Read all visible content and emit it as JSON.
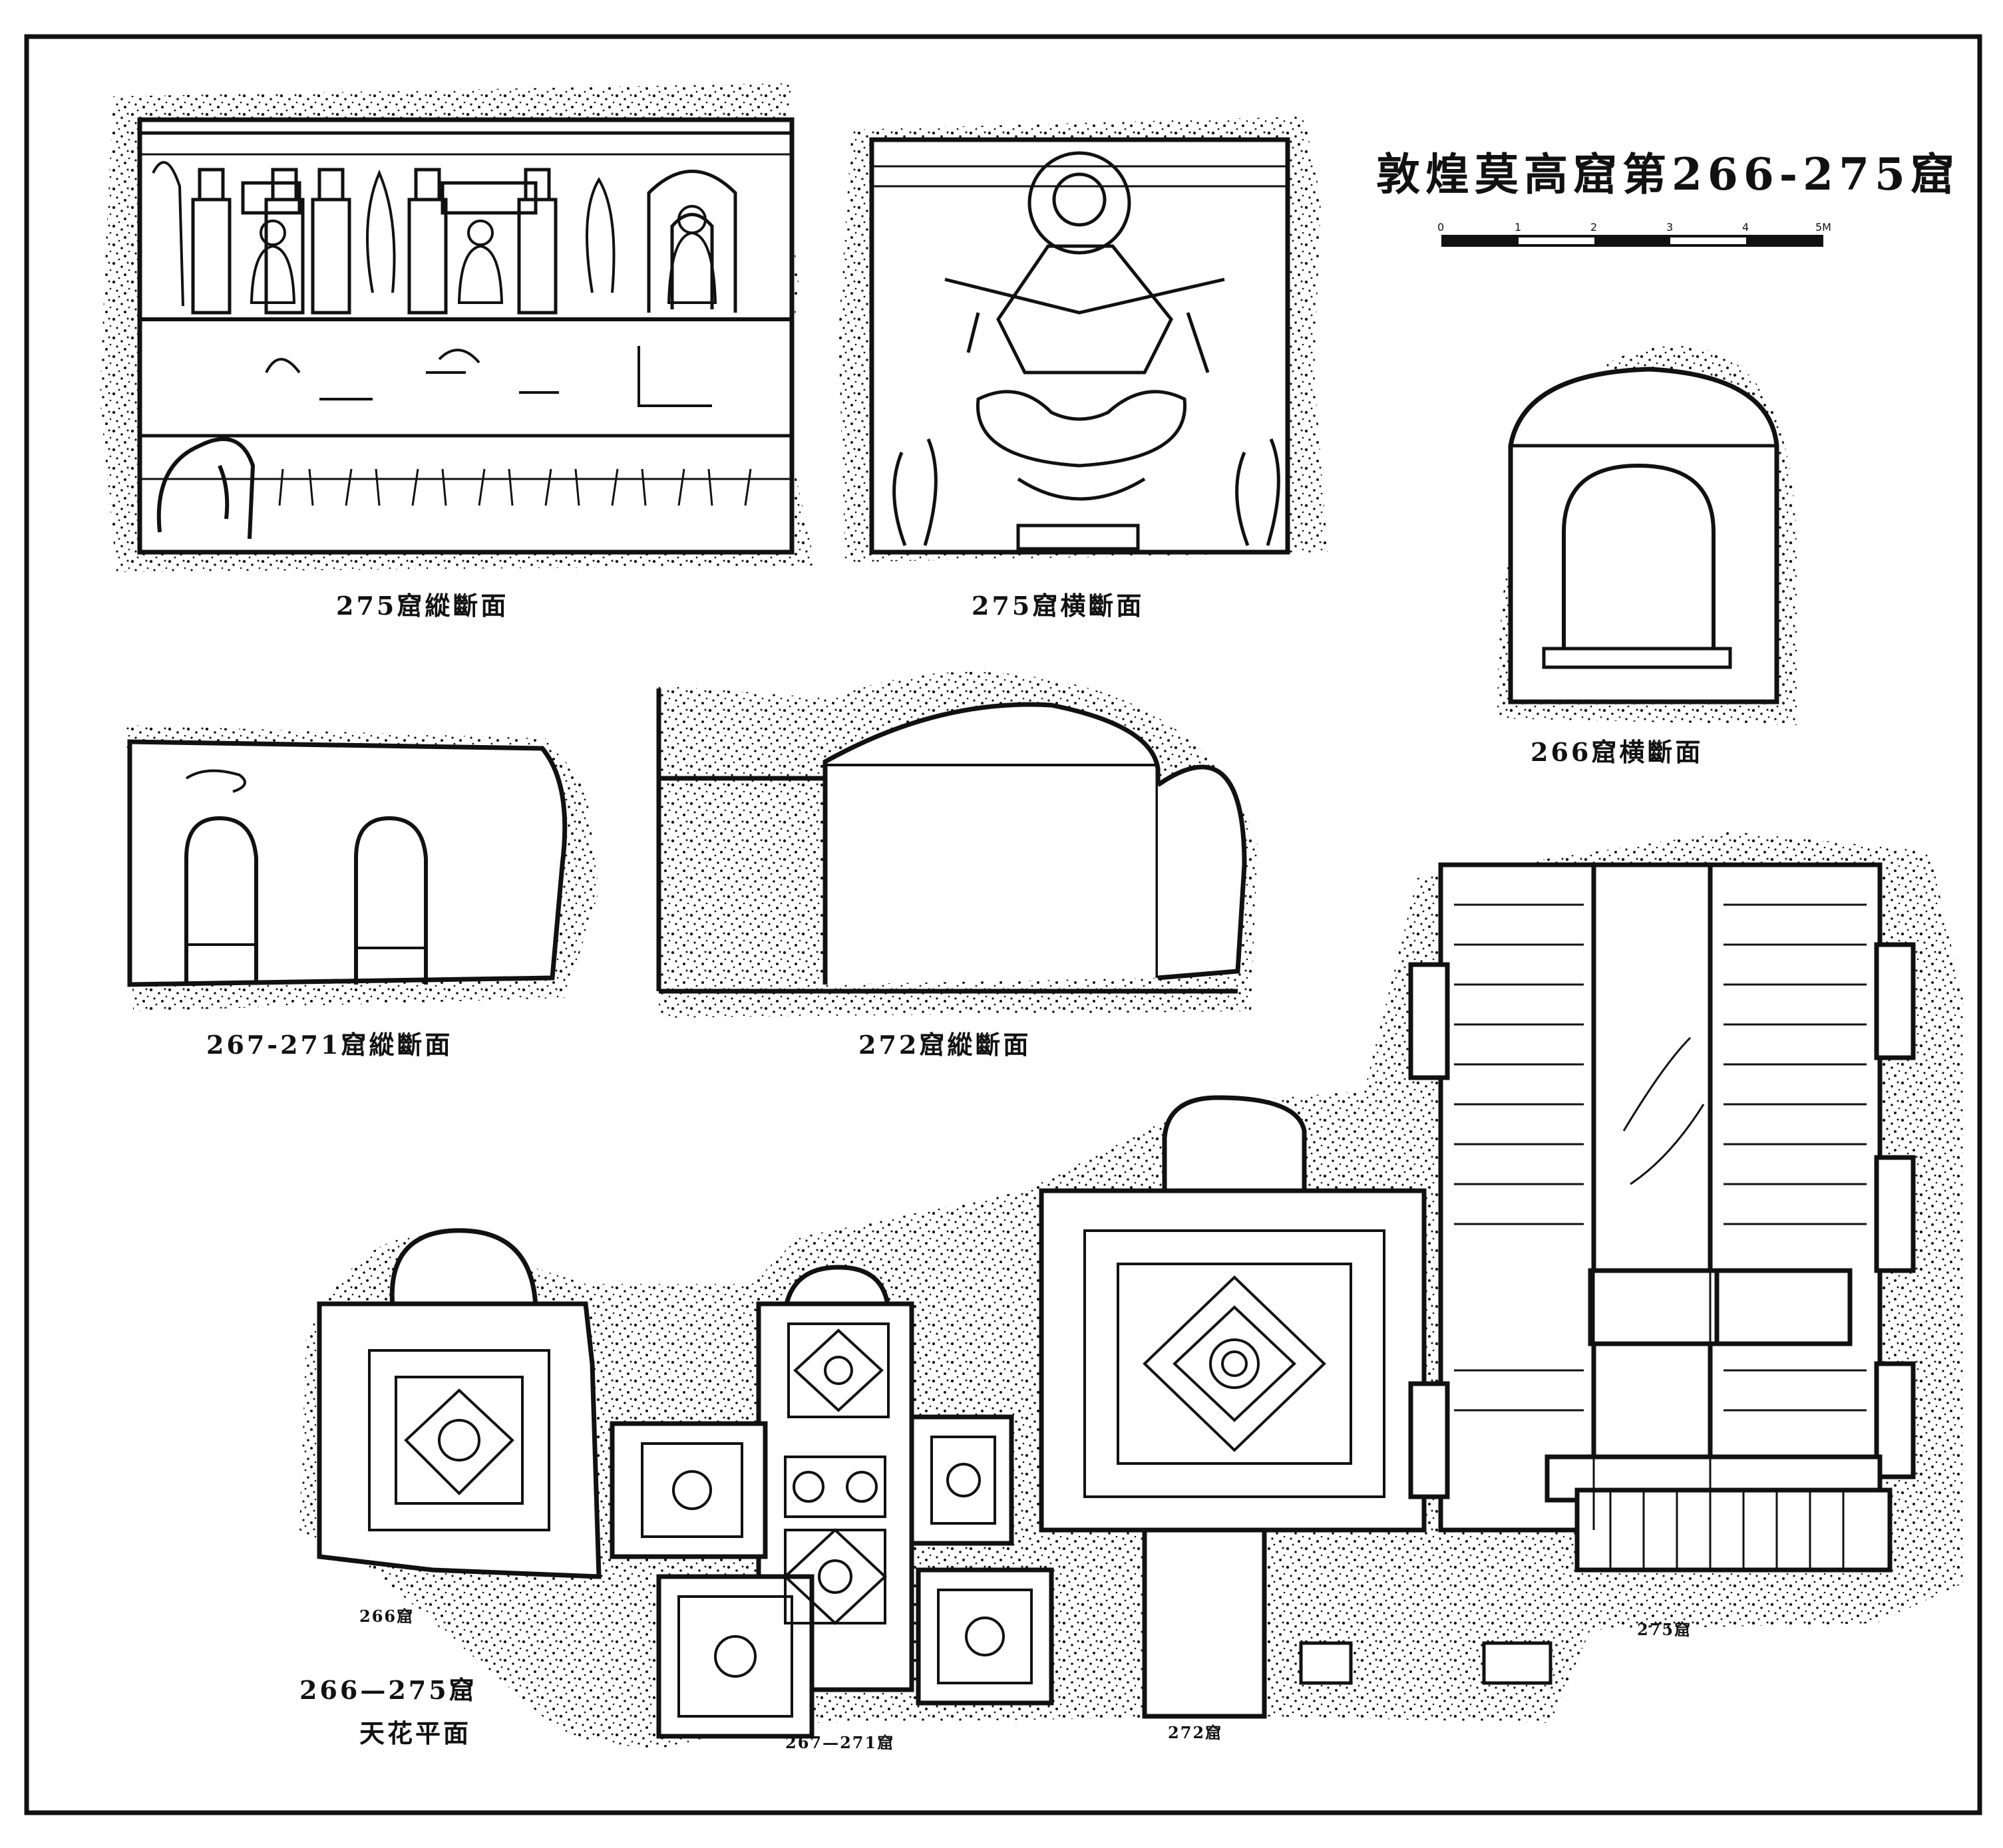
{
  "title": "敦煌莫高窟第266-275窟",
  "scale_bar": {
    "ticks": [
      "0",
      "1",
      "2",
      "3",
      "4",
      "5M"
    ]
  },
  "captions": {
    "c275_long": "275窟縱斷面",
    "c275_cross": "275窟横斷面",
    "c266_cross": "266窟横斷面",
    "c267_271_long": "267-271窟縱斷面",
    "c272_long": "272窟縱斷面",
    "plan_line1": "266—275窟",
    "plan_line2": "天花平面",
    "plan_266": "266窟",
    "plan_267_271": "267—271窟",
    "plan_272": "272窟",
    "plan_275": "275窟"
  }
}
